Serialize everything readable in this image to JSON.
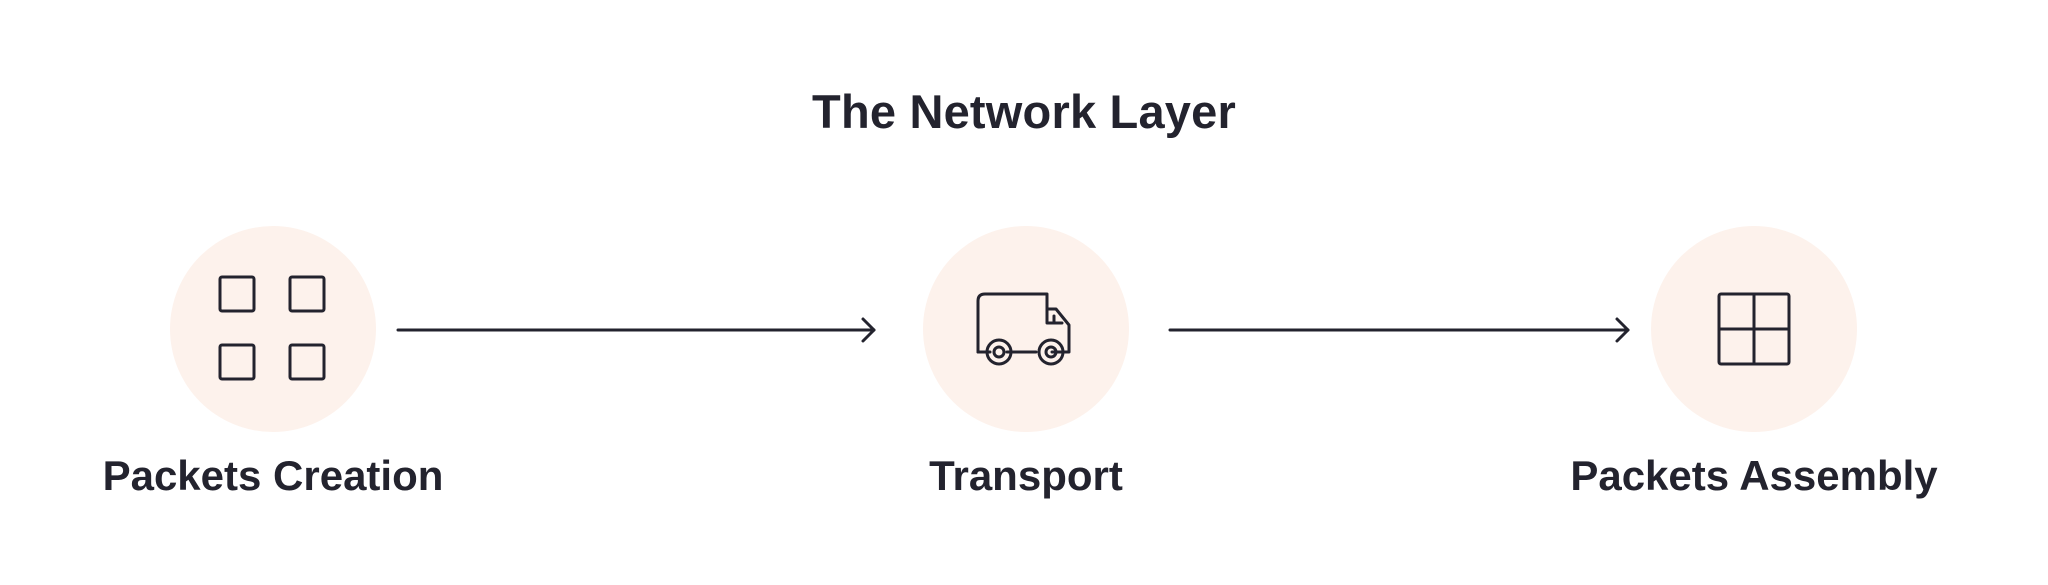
{
  "diagram": {
    "title": "The Network Layer",
    "accent_circle_color": "#fdf2ec",
    "stroke_color": "#23232e",
    "steps": [
      {
        "label": "Packets Creation",
        "icon": "four-squares-icon"
      },
      {
        "label": "Transport",
        "icon": "truck-icon"
      },
      {
        "label": "Packets Assembly",
        "icon": "grid-icon"
      }
    ]
  }
}
